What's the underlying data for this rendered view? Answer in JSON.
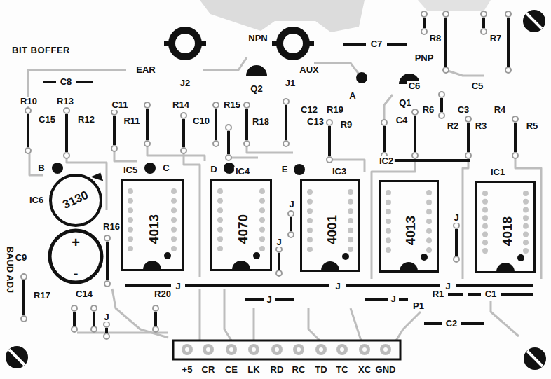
{
  "diagram": {
    "title": "BIT BOFFER",
    "nodes": [
      {
        "text": [
          "IC6",
          "3130"
        ]
      },
      {
        "text": [
          "IC5",
          "4013"
        ]
      },
      {
        "text": [
          "IC4",
          "4070"
        ]
      },
      {
        "text": [
          "IC3",
          "4001"
        ]
      },
      {
        "text": [
          "IC2",
          "4013"
        ]
      },
      {
        "text": [
          "IC1",
          "4018"
        ]
      },
      {
        "text": [
          "C9",
          "+",
          "-"
        ]
      }
    ],
    "labels": [
      "NPN",
      "R8",
      "R7",
      "C7",
      "PNP",
      "EAR",
      "AUX",
      "C8",
      "J2",
      "J1",
      "C6",
      "C5",
      "Q2",
      "A",
      "R10",
      "R13",
      "Q1",
      "C11",
      "R14",
      "R15",
      "C12",
      "R19",
      "R6",
      "C3",
      "R4",
      "C15",
      "R12",
      "R11",
      "C10",
      "C13",
      "R18",
      "C4",
      "R9",
      "R2",
      "R3",
      "R5",
      "B",
      "C",
      "D",
      "E",
      "J",
      "J",
      "R16",
      "J",
      "BAUD ADJ",
      "J",
      "J",
      "J",
      "R1",
      "C1",
      "C14",
      "R20",
      "R17",
      "J",
      "J",
      "P1",
      "J",
      "C2",
      "+5",
      "CR",
      "CE",
      "LK",
      "RD",
      "RC",
      "TD",
      "TC",
      "XC",
      "GND"
    ]
  }
}
